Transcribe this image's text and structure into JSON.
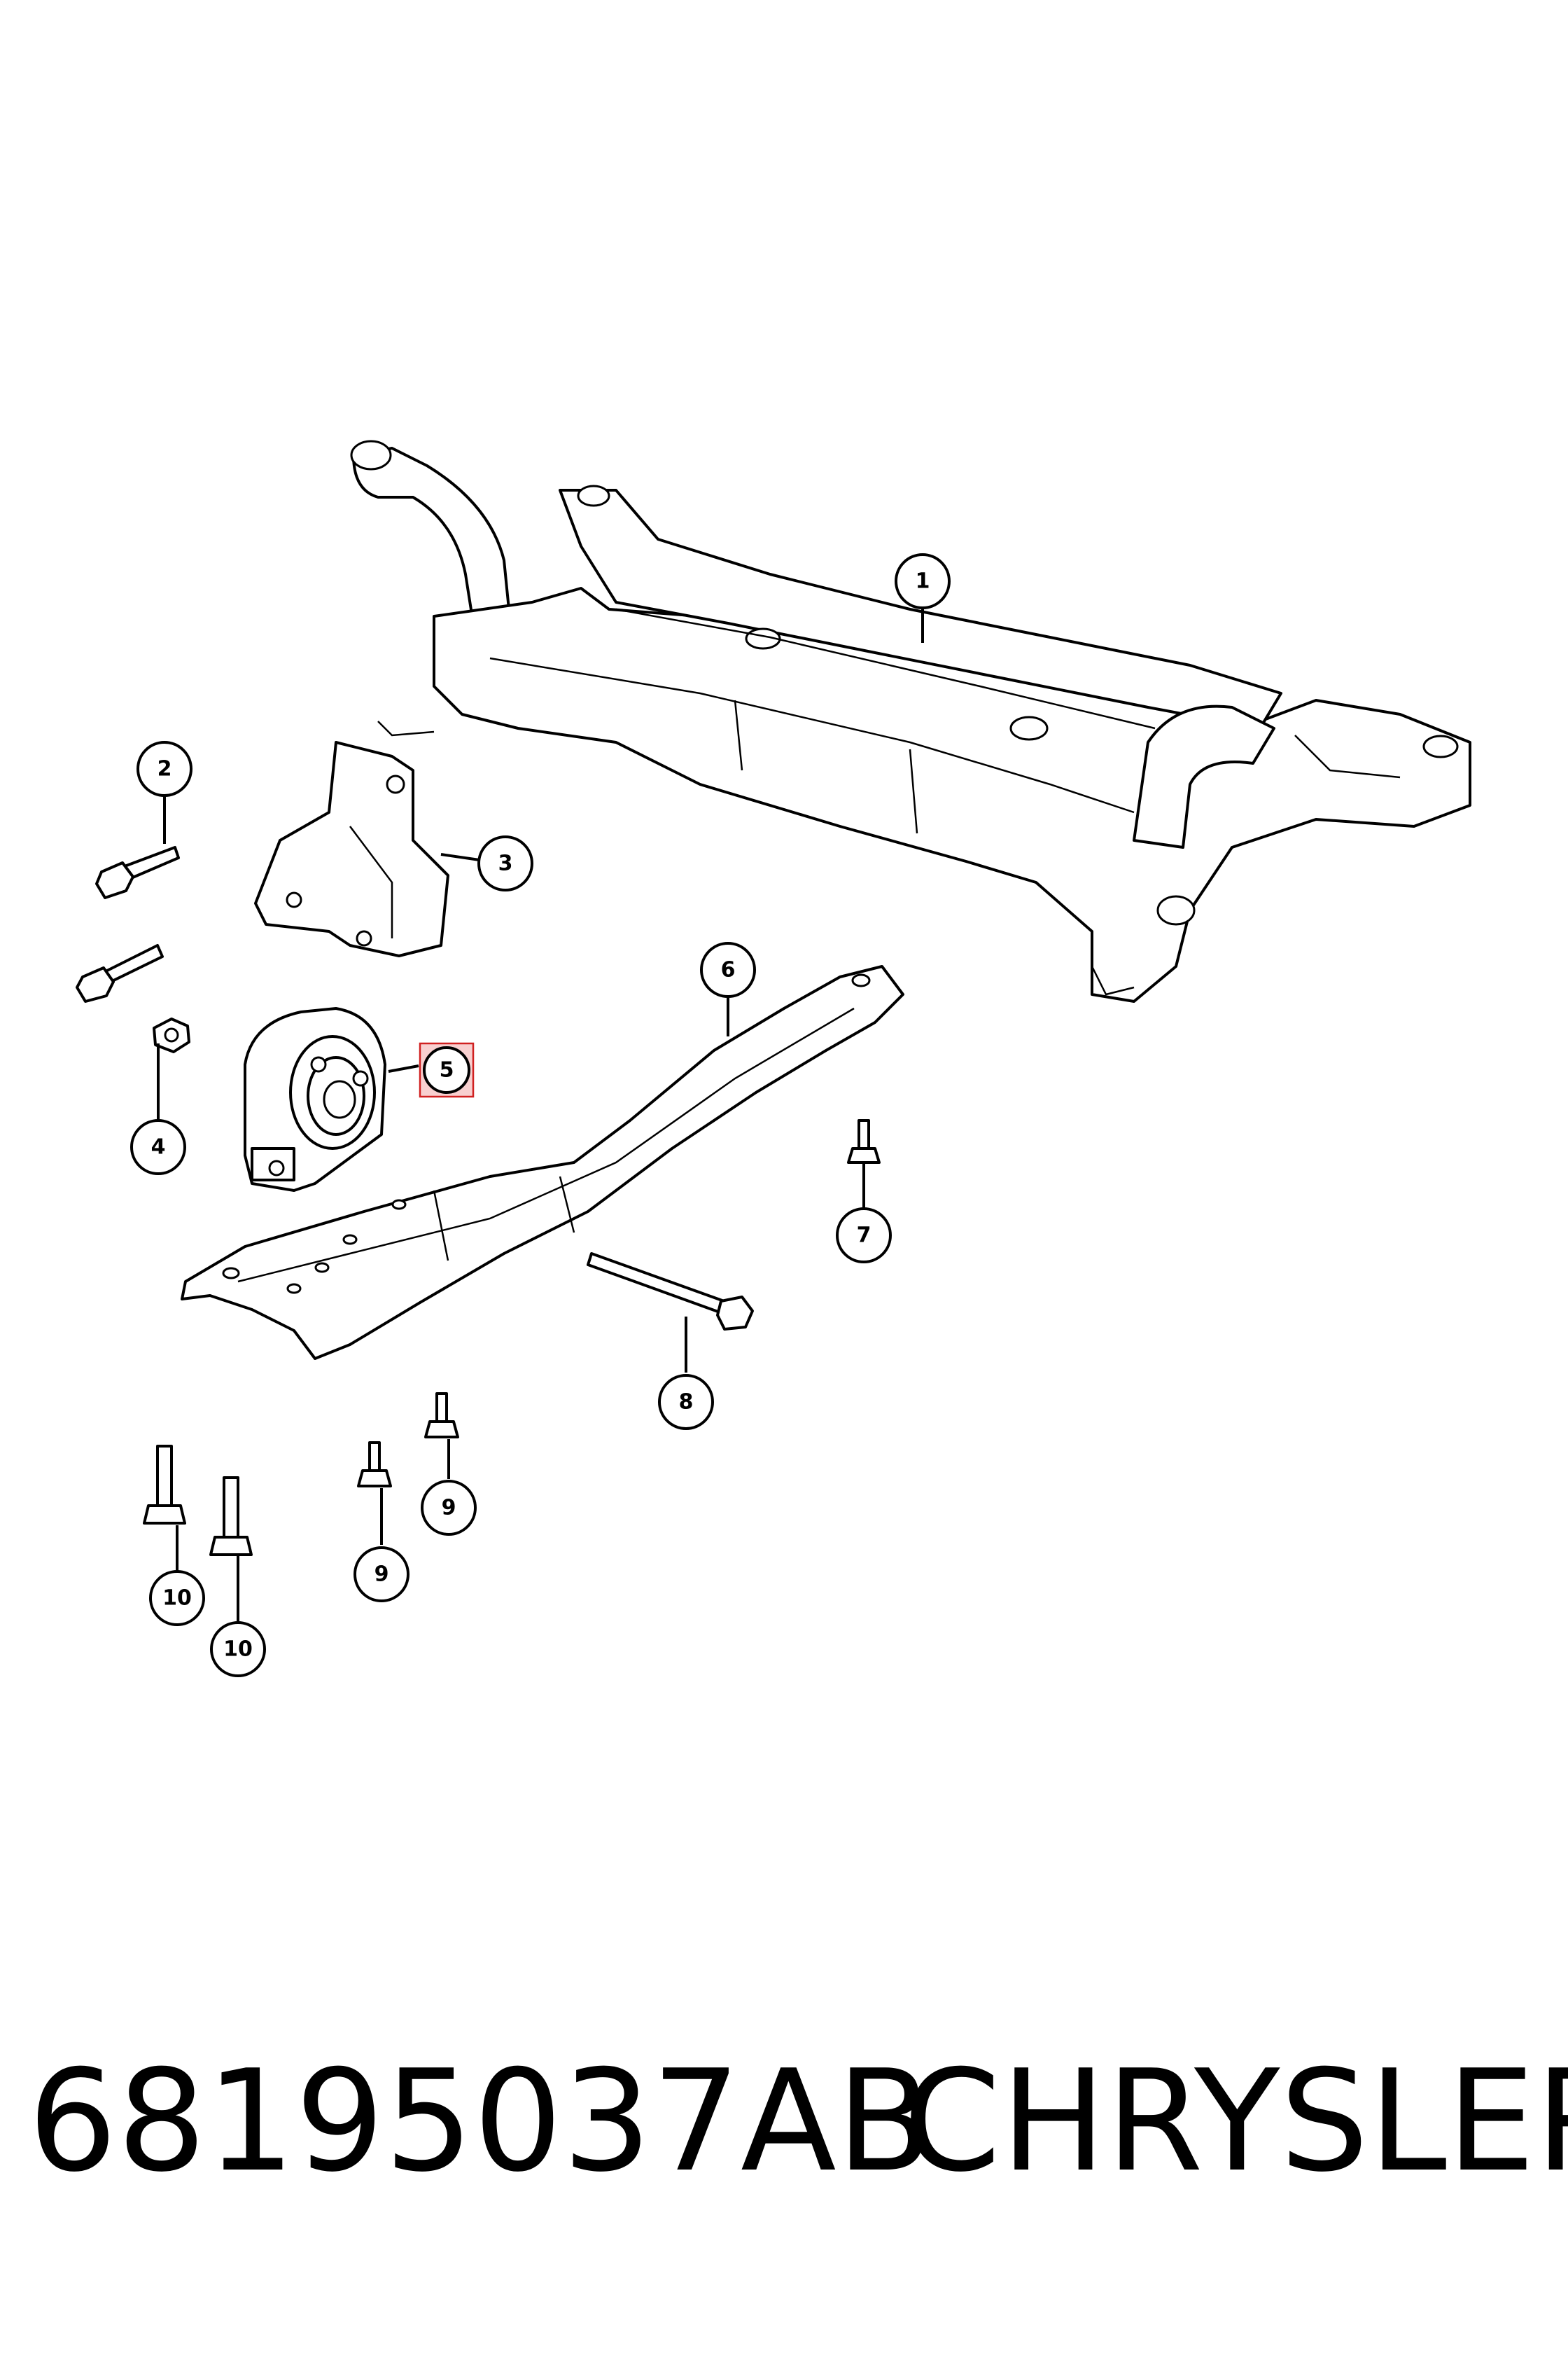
{
  "footer": {
    "part_number": "68195037AB",
    "brand": "CHRYSLER"
  },
  "callouts": {
    "c1": "1",
    "c2": "2",
    "c3": "3",
    "c4": "4",
    "c5": "5",
    "c6": "6",
    "c7": "7",
    "c8": "8",
    "c9a": "9",
    "c9b": "9",
    "c10a": "10",
    "c10b": "10"
  },
  "highlight": {
    "callout": "5",
    "color": "#d02020"
  }
}
